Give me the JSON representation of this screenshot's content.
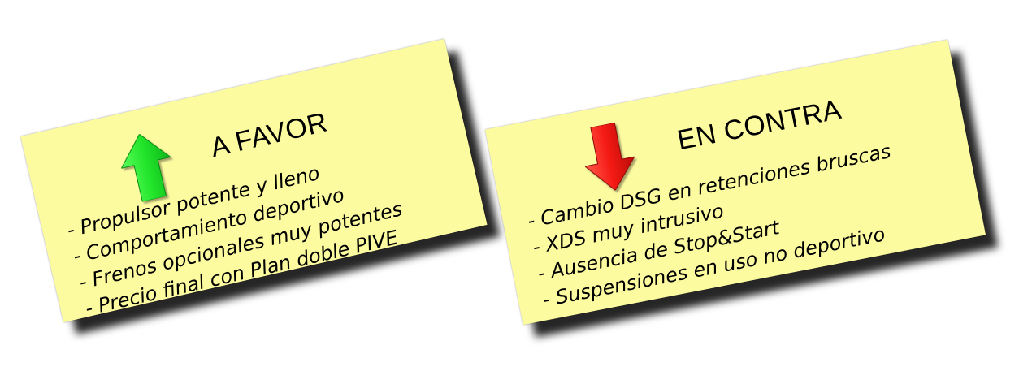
{
  "favor": {
    "title": "A FAVOR",
    "arrow_color": "#22e52b",
    "arrow_icon": "up-arrow-icon",
    "items": [
      "- Propulsor potente y lleno",
      "- Comportamiento deportivo",
      "- Frenos opcionales muy potentes",
      "- Precio final con Plan doble PIVE"
    ]
  },
  "contra": {
    "title": "EN CONTRA",
    "arrow_color": "#f51a14",
    "arrow_icon": "down-arrow-icon",
    "items": [
      "- Cambio DSG en retenciones bruscas",
      "- XDS muy intrusivo",
      "- Ausencia de Stop&Start",
      "- Suspensiones en uso no deportivo"
    ]
  },
  "colors": {
    "note_background": "#fdfba0",
    "text": "#000000"
  }
}
